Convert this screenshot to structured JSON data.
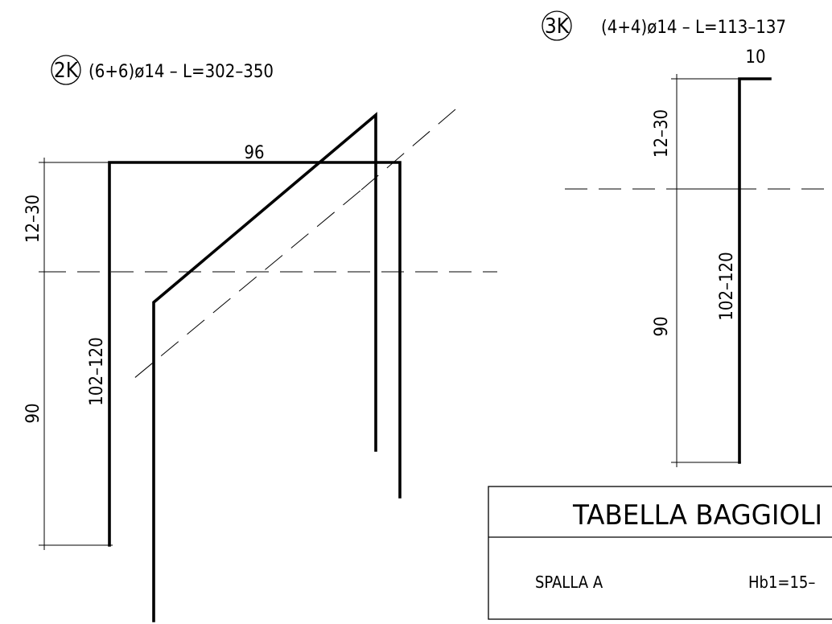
{
  "marks": {
    "mark_2k": {
      "label": "2K",
      "spec": "(6+6)ø14 – L=302–350",
      "dimensions": {
        "top": "96",
        "upper_left": "12–30",
        "lower_left": "90",
        "inner_vertical": "102–120"
      }
    },
    "mark_3k": {
      "label": "3K",
      "spec": "(4+4)ø14 – L=113–137",
      "dimensions": {
        "top": "10",
        "upper_left": "12–30",
        "lower_left": "90",
        "inner_vertical": "102–120"
      }
    }
  },
  "table": {
    "title": "TABELLA BAGGIOLI",
    "rows": [
      {
        "name": "SPALLA A",
        "value": "Hb1=15–"
      }
    ]
  }
}
